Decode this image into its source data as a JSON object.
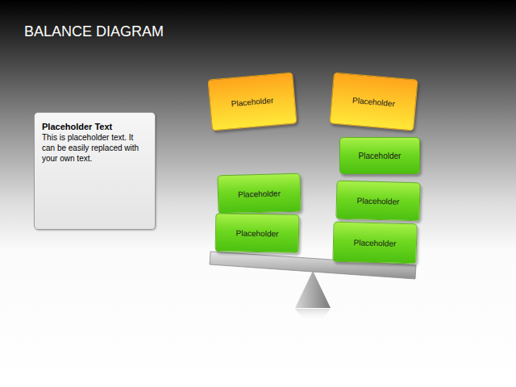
{
  "diagram": {
    "title": "BALANCE DIAGRAM",
    "nodes": [
      {
        "text": [
          "Placeholder Text",
          "This is placeholder text. It can be easily replaced with your own text."
        ]
      },
      {
        "text": [
          "Placeholder"
        ]
      },
      {
        "text": [
          "Placeholder"
        ]
      },
      {
        "text": [
          "Placeholder"
        ]
      },
      {
        "text": [
          "Placeholder"
        ]
      },
      {
        "text": [
          "Placeholder"
        ]
      },
      {
        "text": [
          "Placeholder"
        ]
      },
      {
        "text": [
          "Placeholder"
        ]
      }
    ]
  }
}
